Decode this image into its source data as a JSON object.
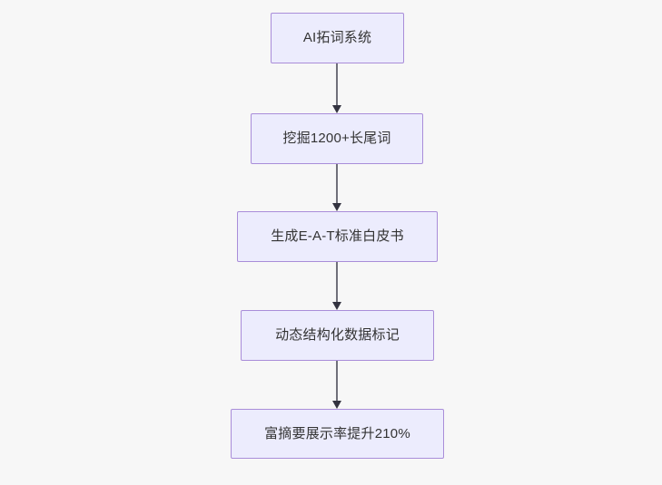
{
  "diagram": {
    "type": "flowchart",
    "direction": "top-to-bottom",
    "background_color": "#f7f7f7",
    "node_fill_color": "#ececfd",
    "node_border_color": "#a98dd9",
    "node_text_color": "#333333",
    "edge_line_color": "#70707a",
    "edge_arrow_color": "#333340",
    "nodes": [
      {
        "id": "n0",
        "label": "AI拓词系统"
      },
      {
        "id": "n1",
        "label": "挖掘1200+长尾词"
      },
      {
        "id": "n2",
        "label": "生成E-A-T标准白皮书"
      },
      {
        "id": "n3",
        "label": "动态结构化数据标记"
      },
      {
        "id": "n4",
        "label": "富摘要展示率提升210%"
      }
    ],
    "edges": [
      {
        "from": "n0",
        "to": "n1",
        "label": ""
      },
      {
        "from": "n1",
        "to": "n2",
        "label": ""
      },
      {
        "from": "n2",
        "to": "n3",
        "label": ""
      },
      {
        "from": "n3",
        "to": "n4",
        "label": ""
      }
    ]
  }
}
